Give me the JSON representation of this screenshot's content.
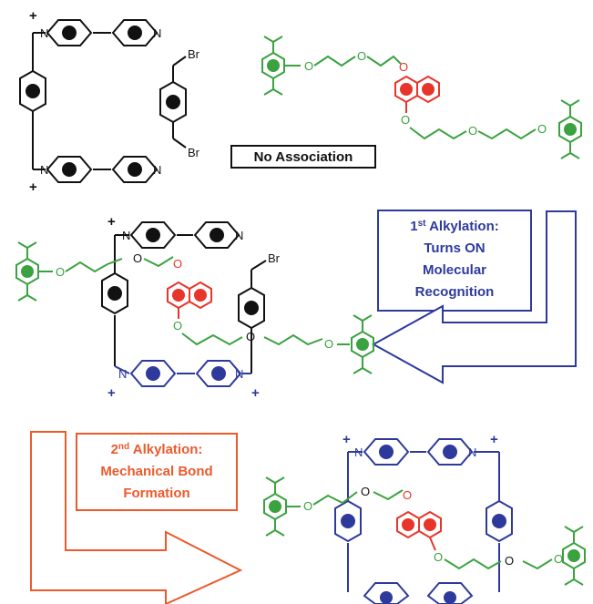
{
  "colors": {
    "black": "#111111",
    "green": "#3aa23f",
    "red": "#e8352b",
    "blue": "#2d3a9c",
    "orange": "#ec5a2c"
  },
  "atoms": {
    "N": "N",
    "O": "O",
    "Br": "Br",
    "plus": "+"
  },
  "labels": {
    "no_association": "No Association",
    "step1": {
      "line1_main": "1",
      "line1_sup": "st",
      "line1_rest": " Alkylation:",
      "line2": "Turns ON",
      "line3": "Molecular",
      "line4": "Recognition"
    },
    "step2": {
      "line1_main": "2",
      "line1_sup": "nd",
      "line1_rest": " Alkylation:",
      "line2": "Mechanical Bond",
      "line3": "Formation"
    }
  }
}
